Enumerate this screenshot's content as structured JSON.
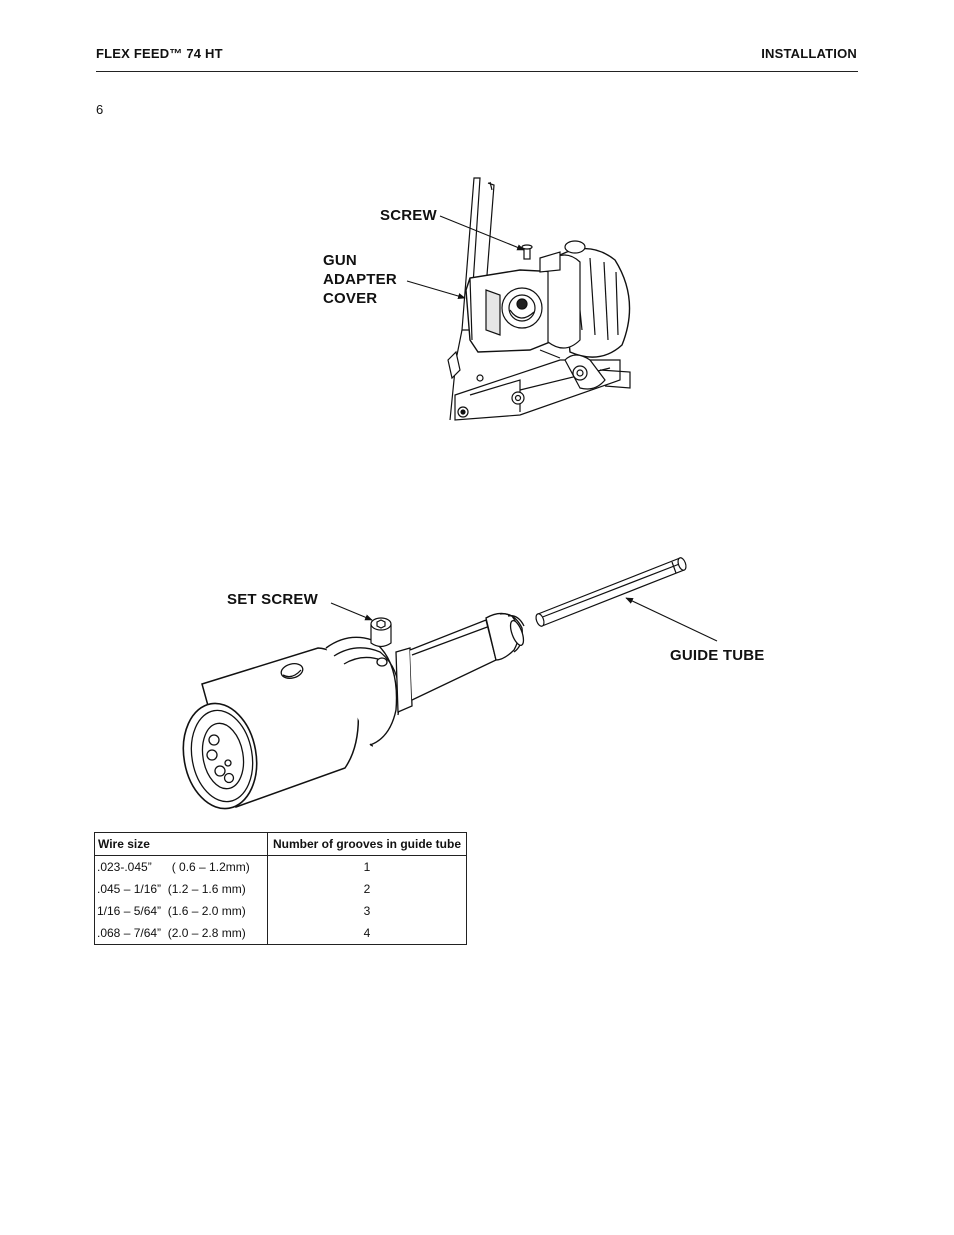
{
  "header": {
    "left_title": "FLEX FEED™ 74 HT",
    "right_title": "INSTALLATION"
  },
  "page_number": "6",
  "figure1": {
    "label_screw": "SCREW",
    "label_gun_adapter_cover": "GUN\nADAPTER\nCOVER"
  },
  "figure2": {
    "label_set_screw": "SET SCREW",
    "label_guide_tube": "GUIDE TUBE"
  },
  "wire_table": {
    "headers": [
      "Wire size",
      "Number of grooves in guide tube"
    ],
    "rows": [
      [
        ".023-.045”      ( 0.6 – 1.2mm)",
        "1"
      ],
      [
        ".045 – 1/16”  (1.2 – 1.6 mm)",
        "2"
      ],
      [
        "1/16 – 5/64”  (1.6 – 2.0 mm)",
        "3"
      ],
      [
        ".068 – 7/64”  (2.0 – 2.8 mm)",
        "4"
      ]
    ]
  }
}
